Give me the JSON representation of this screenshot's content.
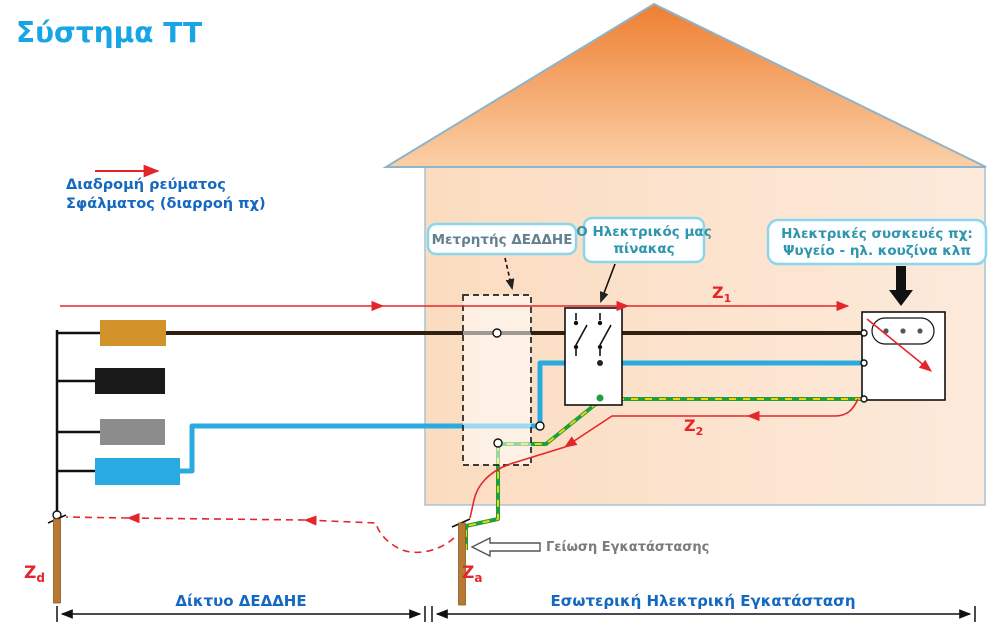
{
  "title": "Σύστημα TT",
  "legend": {
    "line1": "Διαδρομή ρεύματος",
    "line2": "Σφάλματος (διαρροή πχ)"
  },
  "callouts": {
    "meter": {
      "label": "Μετρητής ΔΕΔΔΗΕ"
    },
    "panel": {
      "line1": "Ο Ηλεκτρικός μας",
      "line2": "πίνακας"
    },
    "appliances": {
      "line1": "Ηλεκτρικές συσκευές πχ:",
      "line2": "Ψυγείο - ηλ. κουζίνα κλπ"
    }
  },
  "impedances": {
    "z1": {
      "base": "Z",
      "sub": "1"
    },
    "z2": {
      "base": "Z",
      "sub": "2"
    },
    "za": {
      "base": "Z",
      "sub": "a"
    },
    "zd": {
      "base": "Z",
      "sub": "d"
    }
  },
  "annotations": {
    "grounding": "Γείωση Εγκατάστασης"
  },
  "dimensions": {
    "left": "Δίκτυο ΔΕΔΔΗΕ",
    "right": "Εσωτερική Ηλεκτρική Εγκατάσταση"
  },
  "colors": {
    "title_blue": "#18a5e6",
    "label_blue": "#1468c0",
    "fault_red": "#e4262b",
    "neutral_blue": "#29abe2",
    "phase_brown": "#2f2012",
    "earth_green": "#1f9e3e",
    "earth_yellow": "#f2d307",
    "callout_border": "#8bd6ec",
    "callout_text": "#2f95ad",
    "meter_callout_text": "#64808d",
    "roof_top": "#ee7f31",
    "roof_bottom": "#fbd0a8",
    "wall_left": "#fbdcc0",
    "wall_right": "#fceadb",
    "rod_copper": "#b87a33"
  }
}
